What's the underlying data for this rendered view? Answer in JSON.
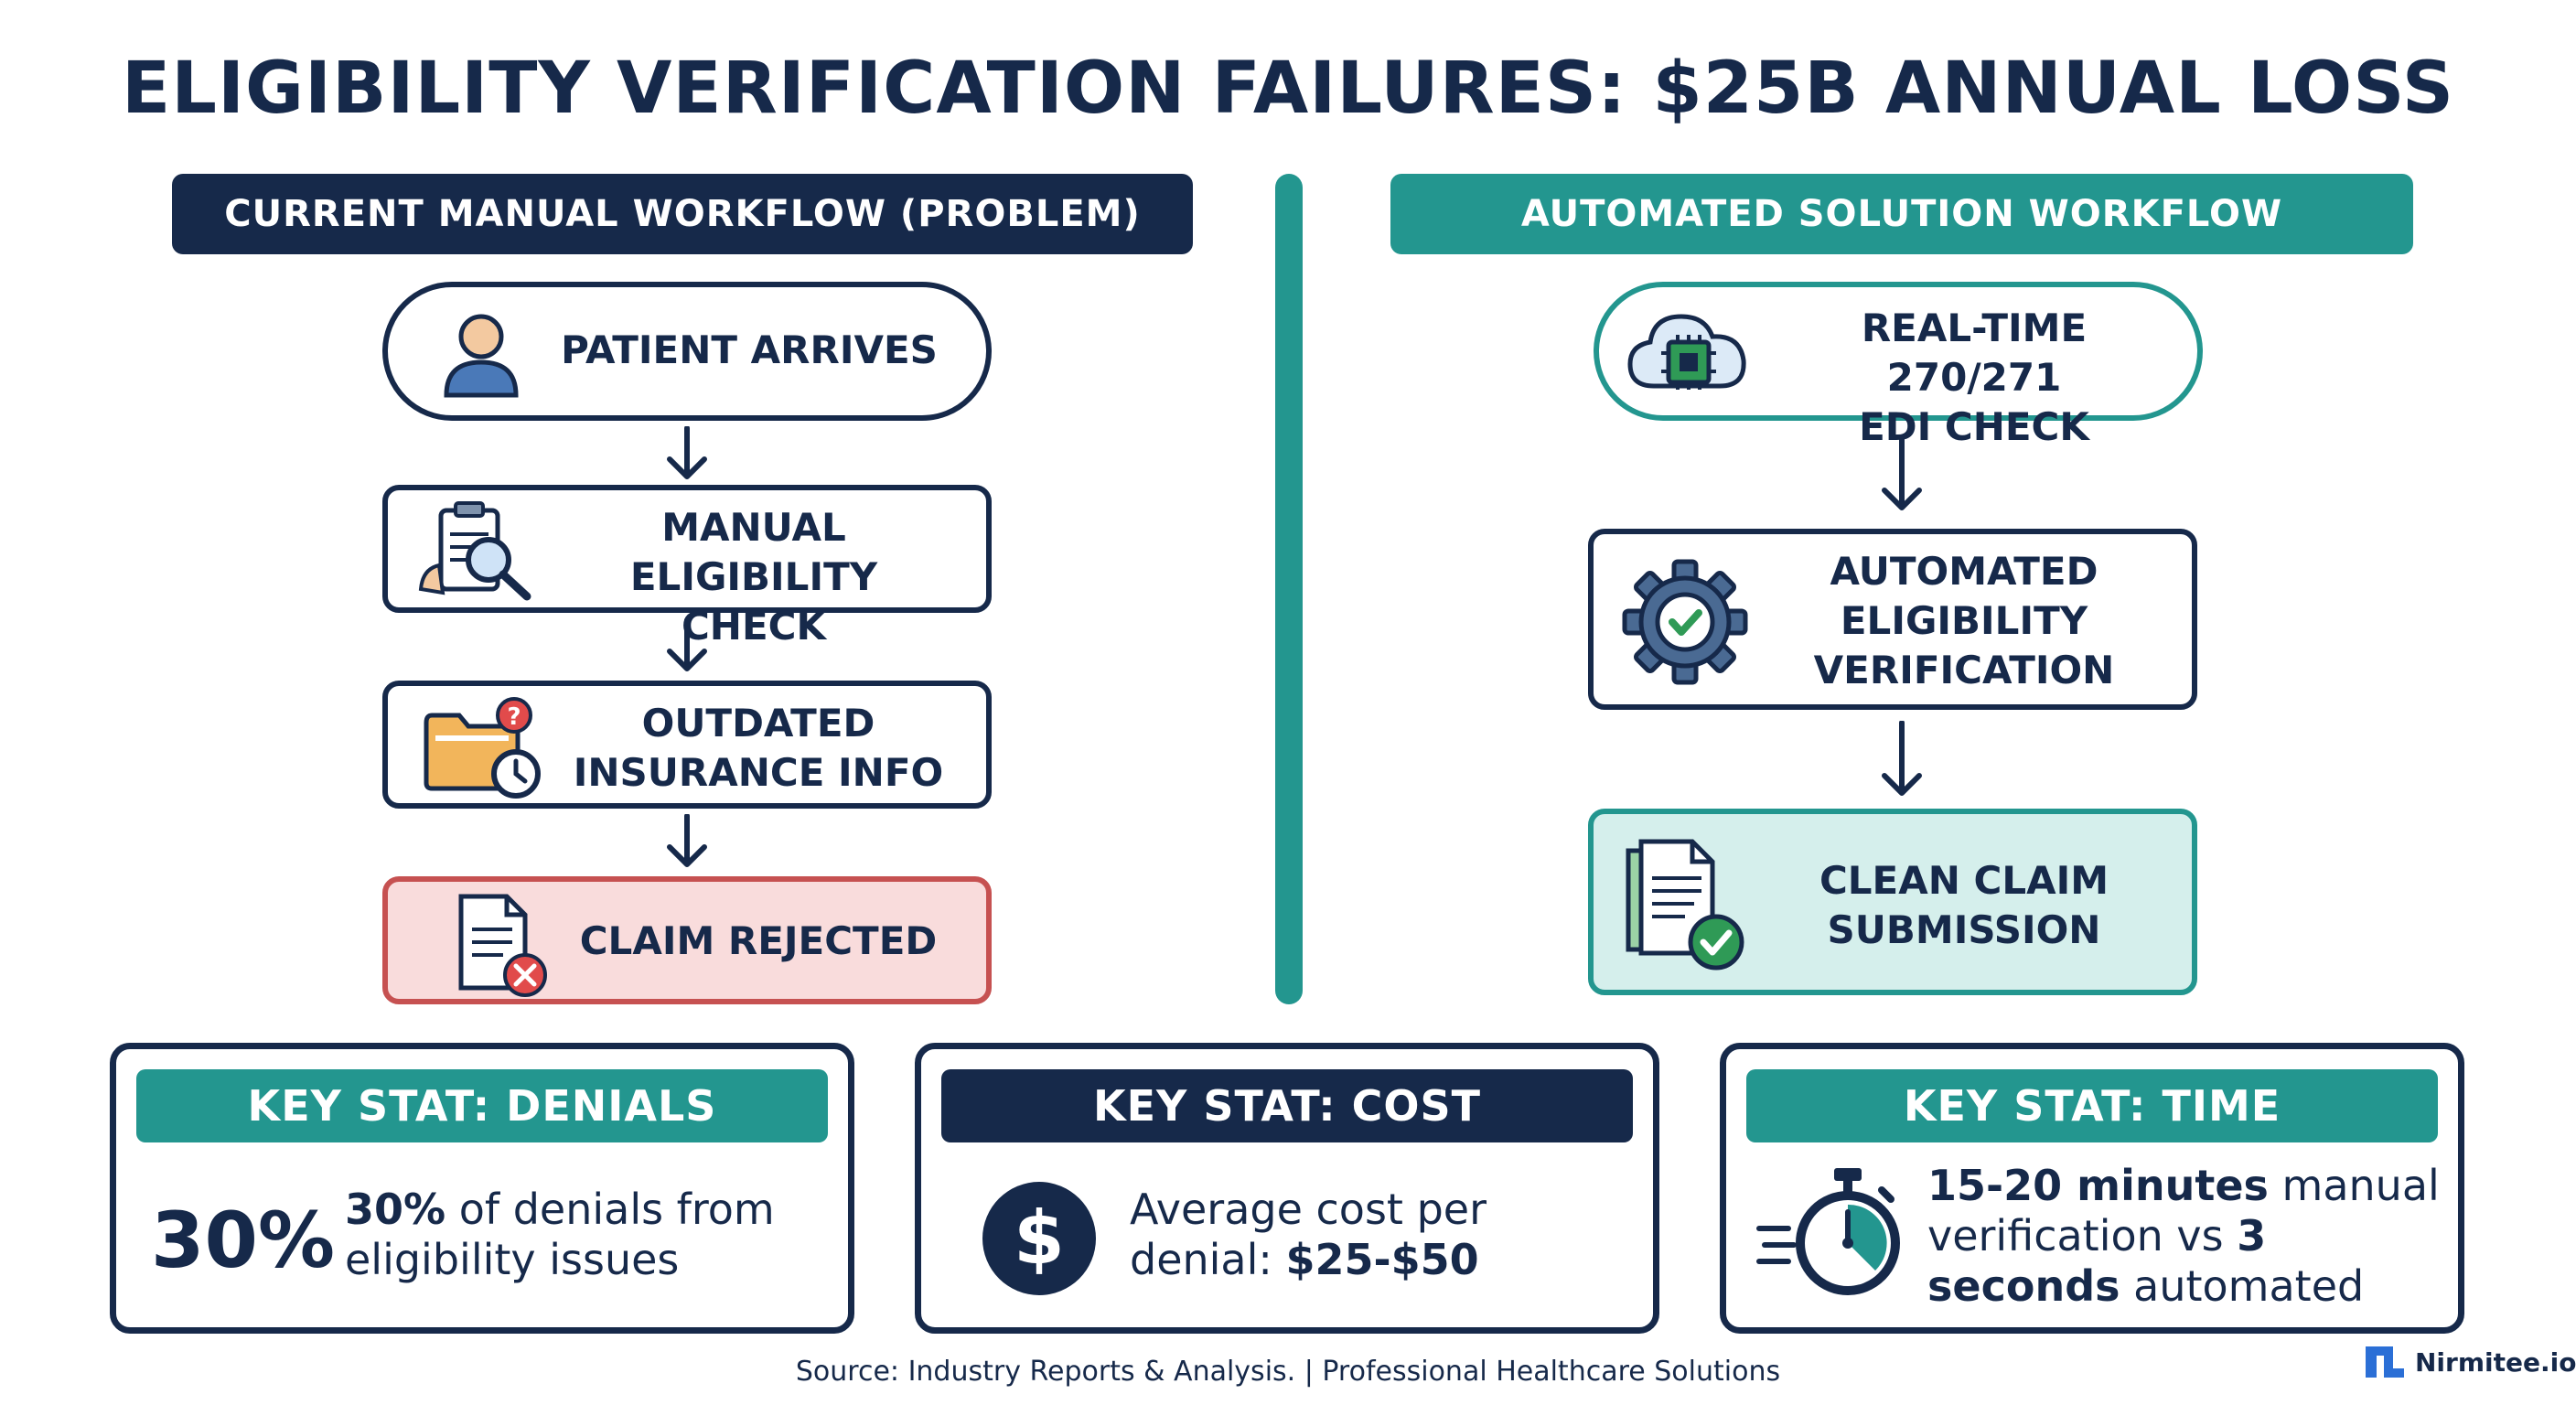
{
  "title": "ELIGIBILITY VERIFICATION FAILURES: $25B ANNUAL LOSS",
  "left_panel": {
    "heading": "CURRENT MANUAL WORKFLOW (PROBLEM)",
    "steps": [
      {
        "line1": "PATIENT ARRIVES",
        "line2": "",
        "icon": "person-icon"
      },
      {
        "line1": "MANUAL",
        "line2": "ELIGIBILITY CHECK",
        "icon": "clipboard-magnifier-icon"
      },
      {
        "line1": "OUTDATED",
        "line2": "INSURANCE INFO",
        "icon": "folder-question-clock-icon"
      },
      {
        "line1": "CLAIM REJECTED",
        "line2": "",
        "icon": "document-x-icon"
      }
    ]
  },
  "right_panel": {
    "heading": "AUTOMATED SOLUTION WORKFLOW",
    "steps": [
      {
        "line1": "REAL-TIME 270/271",
        "line2": "EDI CHECK",
        "icon": "cloud-chip-icon"
      },
      {
        "line1": "AUTOMATED",
        "line2": "ELIGIBILITY",
        "line3": "VERIFICATION",
        "icon": "gear-check-icon"
      },
      {
        "line1": "CLEAN CLAIM",
        "line2": "SUBMISSION",
        "icon": "documents-check-icon"
      }
    ]
  },
  "stats": [
    {
      "heading": "KEY STAT: DENIALS",
      "big_value": "30%",
      "bold_prefix": "30%",
      "line1_rest": " of denials from",
      "line2": "eligibility issues"
    },
    {
      "heading": "KEY STAT: COST",
      "line1": "Average cost per",
      "line2_prefix": "denial: ",
      "line2_bold": "$25-$50",
      "icon": "dollar-icon"
    },
    {
      "heading": "KEY STAT: TIME",
      "line1_bold": "15-20 minutes",
      "line1_rest": " manual",
      "line2_prefix": "verification vs ",
      "line2_bold": "3",
      "line3_bold": "seconds",
      "line3_rest": " automated",
      "icon": "stopwatch-icon"
    }
  ],
  "footer": {
    "source": "Source: Industry Reports & Analysis. | Professional Healthcare Solutions",
    "brand": "Nirmitee.io"
  },
  "colors": {
    "navy": "#16294a",
    "teal": "#23968f",
    "reject_fill": "#f9dcdc",
    "reject_border": "#c65151",
    "clean_fill": "#d5efec"
  }
}
